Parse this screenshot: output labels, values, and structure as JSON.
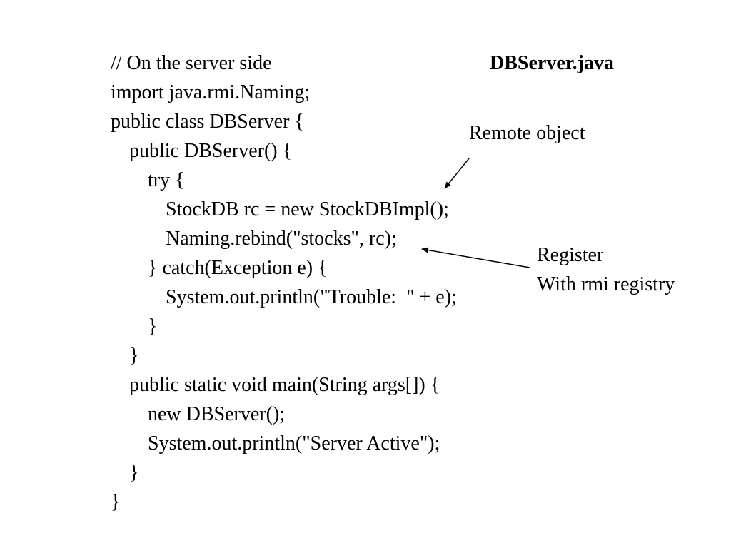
{
  "slide": {
    "background_color": "#ffffff",
    "text_color": "#000000",
    "filename": "DBServer.java",
    "code_lines": [
      "// On the server side",
      "import java.rmi.Naming;",
      "public class DBServer {",
      "public DBServer() {",
      "try {",
      "StockDB rc = new StockDBImpl();",
      "Naming.rebind(\"stocks\", rc);",
      "} catch(Exception e) {",
      "System.out.println(\"Trouble:  \" + e);",
      "}",
      "}",
      "public static void main(String args[]) {",
      "new DBServer();",
      "System.out.println(\"Server Active\");",
      "}",
      "}"
    ],
    "annotations": {
      "remote_object": "Remote object",
      "register_line1": "Register",
      "register_line2": "With rmi registry"
    }
  }
}
